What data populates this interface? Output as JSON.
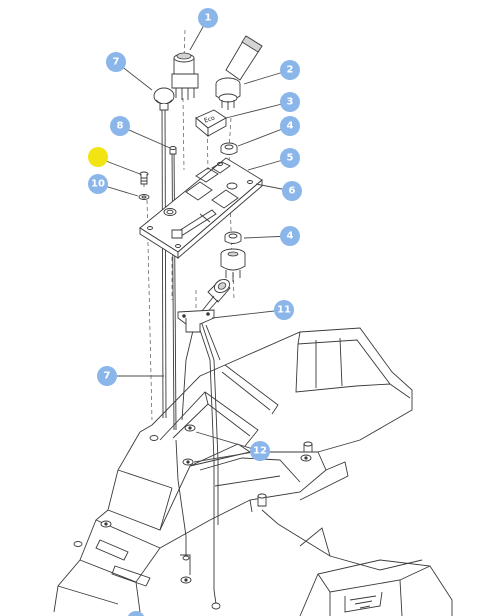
{
  "switch_label": "Eco",
  "callouts": [
    {
      "id": "c1",
      "num": "1"
    },
    {
      "id": "c2",
      "num": "2"
    },
    {
      "id": "c3",
      "num": "3"
    },
    {
      "id": "c4a",
      "num": "4"
    },
    {
      "id": "c5",
      "num": "5"
    },
    {
      "id": "c6",
      "num": "6"
    },
    {
      "id": "c4b",
      "num": "4"
    },
    {
      "id": "c7a",
      "num": "7"
    },
    {
      "id": "c8",
      "num": "8"
    },
    {
      "id": "c10",
      "num": "10"
    },
    {
      "id": "c11",
      "num": "11"
    },
    {
      "id": "c7b",
      "num": "7"
    },
    {
      "id": "c12",
      "num": "12"
    }
  ],
  "colors": {
    "callout": "#8ab6ea",
    "marker": "#f2e313",
    "line": "#3a3a3a"
  }
}
